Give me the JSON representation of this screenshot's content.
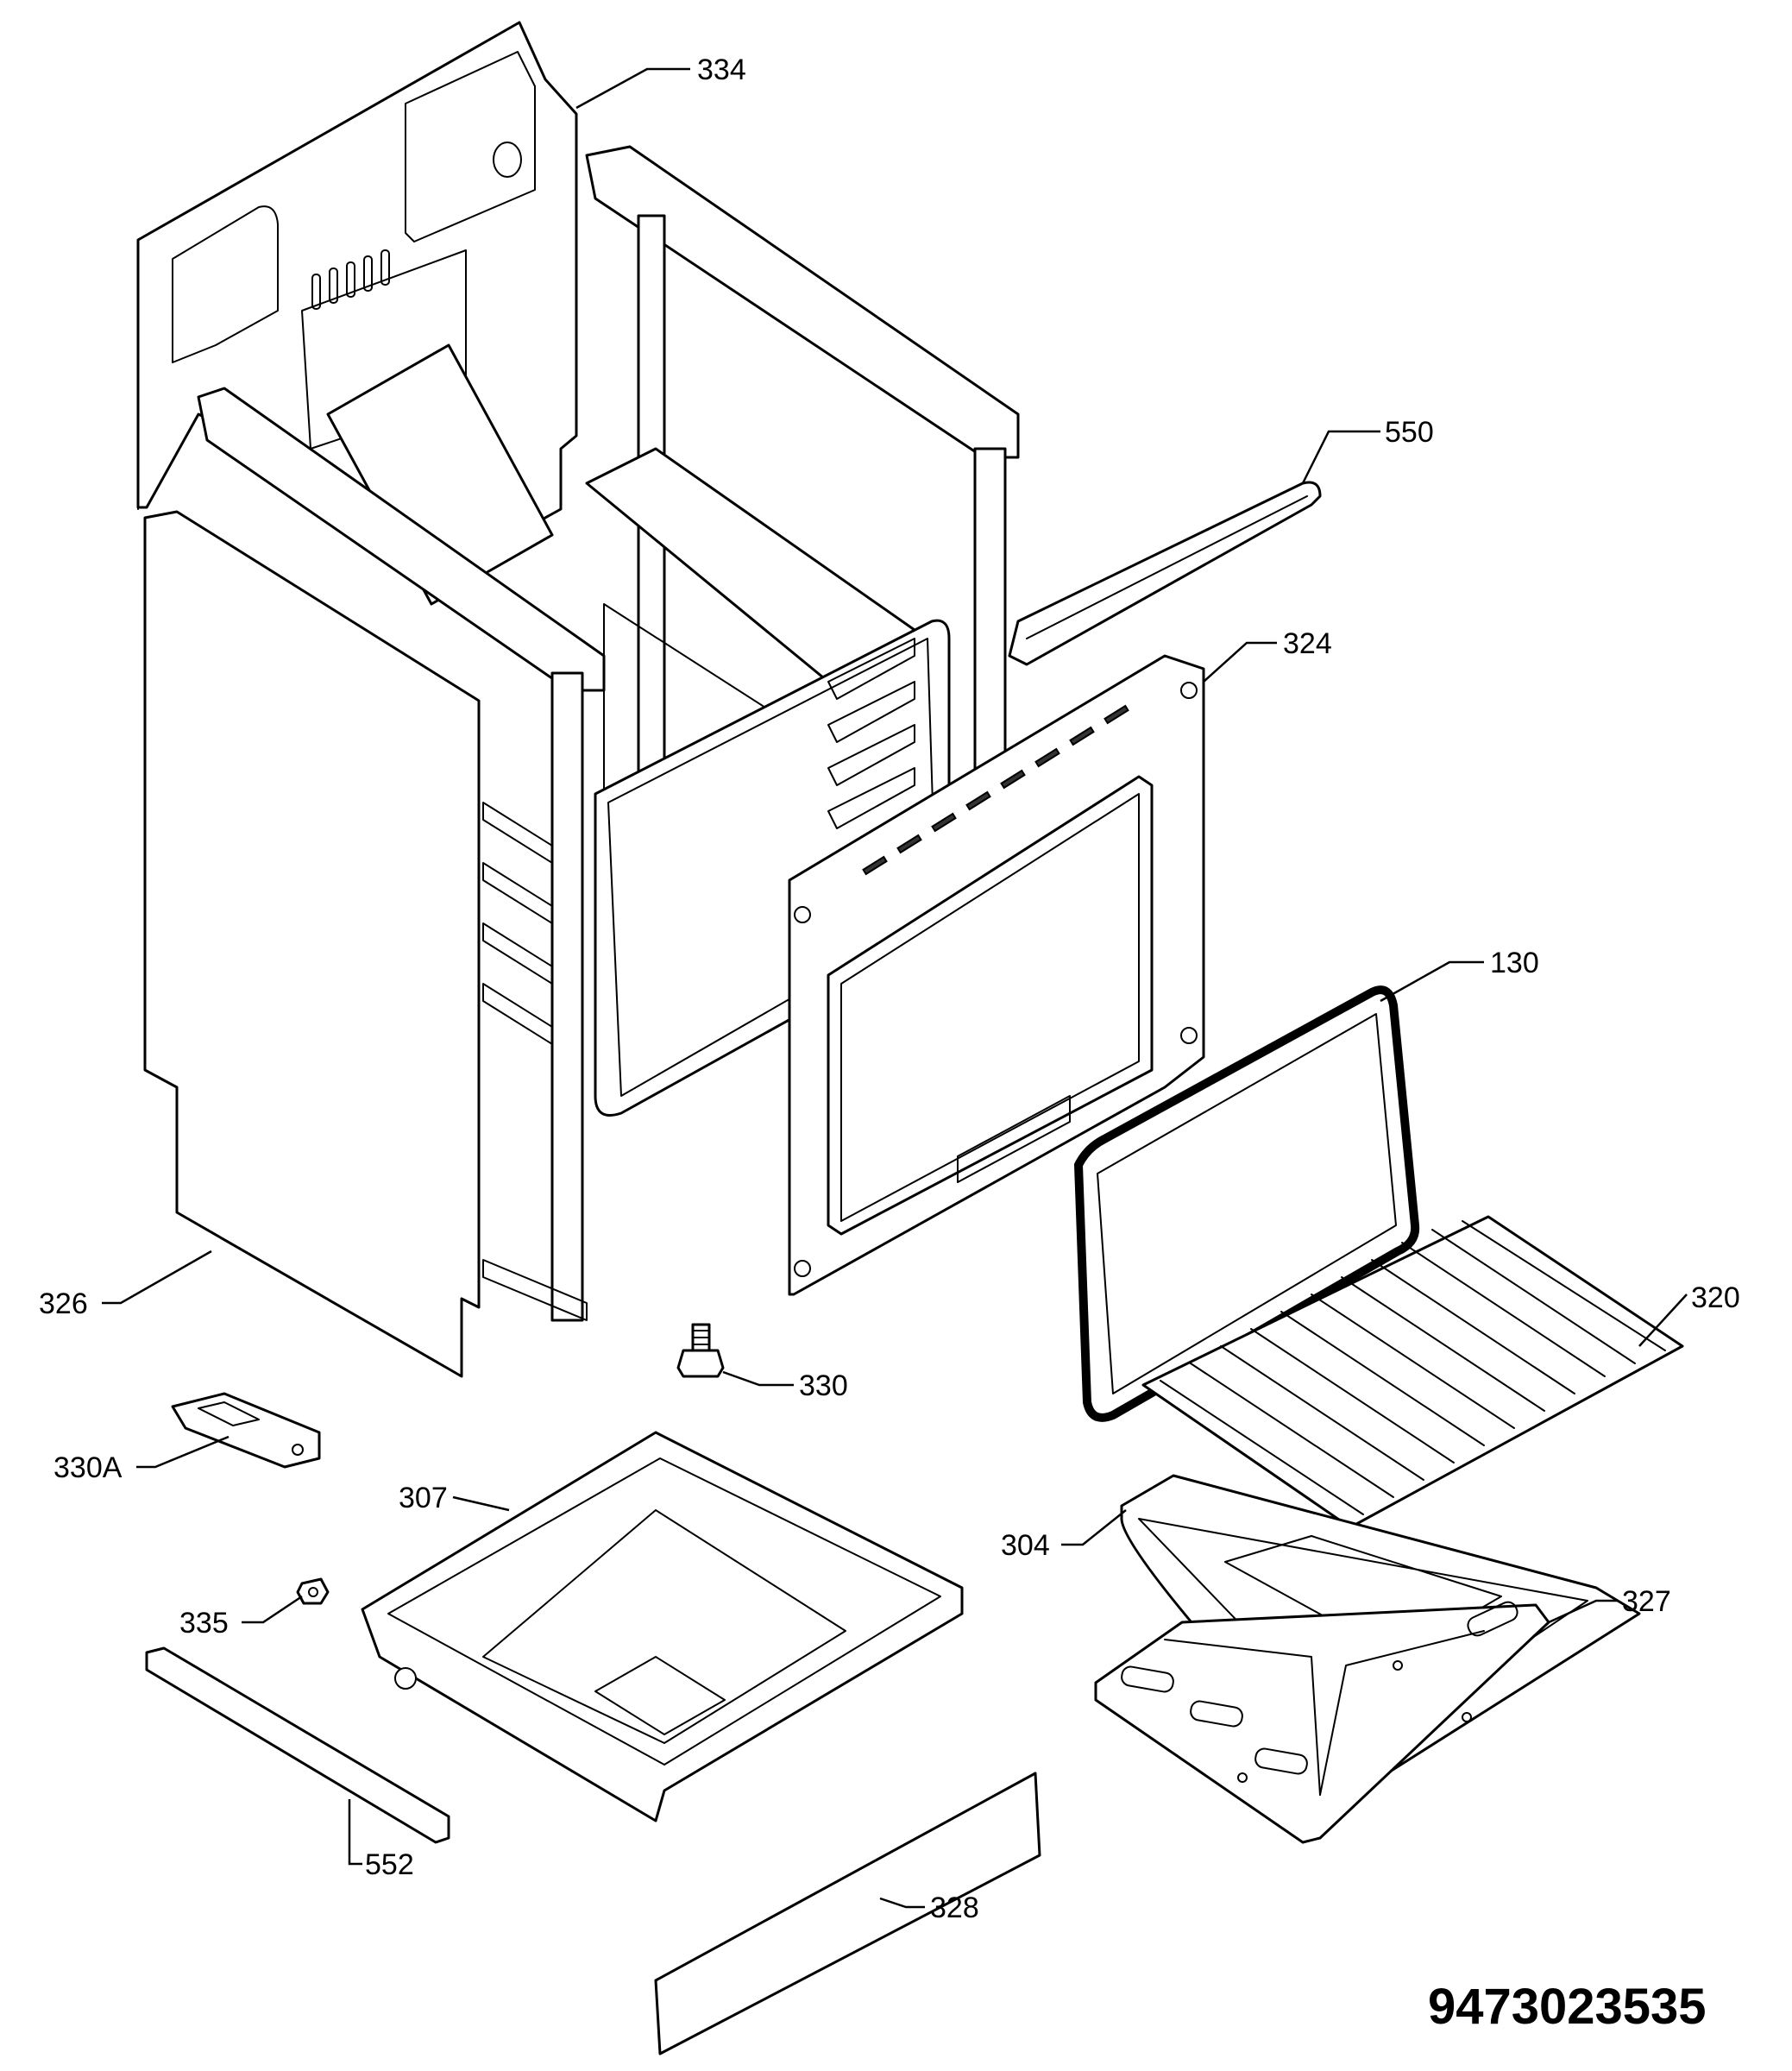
{
  "callouts": {
    "c334": "334",
    "c550": "550",
    "c324": "324",
    "c130": "130",
    "c320": "320",
    "c326": "326",
    "c330": "330",
    "c330A": "330A",
    "c307": "307",
    "c304": "304",
    "c327": "327",
    "c335": "335",
    "c552": "552",
    "c328": "328"
  },
  "document_number": "9473023535"
}
